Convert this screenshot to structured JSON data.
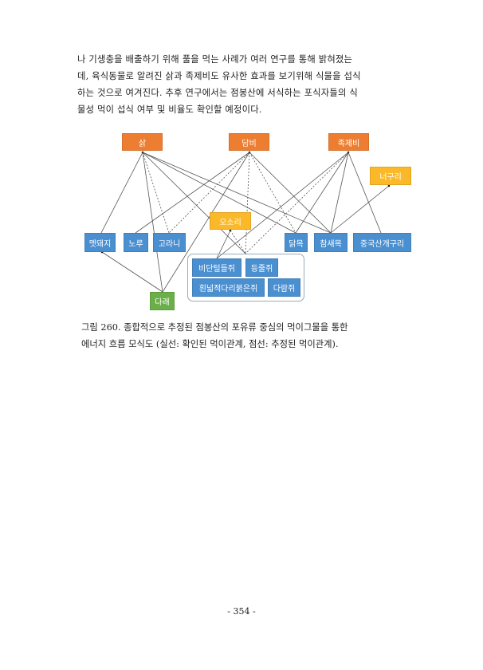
{
  "paragraph": [
    "나 기생충을 배출하기 위해 풀을 먹는 사례가 여러 연구를 통해 밝혀졌는",
    "데, 육식동물로 알려진 삵과 족제비도 유사한 효과를 보기위해 식물을 섭식",
    "하는 것으로 여겨진다. 추후 연구에서는 점봉산에 서식하는 포식자들의 식",
    "물성 먹이 섭식 여부 및 비율도 확인할 예정이다."
  ],
  "diagram": {
    "predators": [
      "삵",
      "담비",
      "족제비"
    ],
    "omnivores": [
      "너구리",
      "오소리"
    ],
    "prey": [
      "멧돼지",
      "노루",
      "고라니",
      "닭목",
      "참새목",
      "중국산개구리"
    ],
    "rodents": [
      "비단털들쥐",
      "등줄쥐",
      "흰넓적다리붉은쥐",
      "다람쥐"
    ],
    "plant": "다래",
    "colors": {
      "predator": "#ed7d31",
      "omnivore": "#fbb829",
      "prey": "#4a8fd0",
      "plant": "#6aaf48"
    }
  },
  "caption": [
    "그림 260. 종합적으로 추정된 점봉산의 포유류 중심의 먹이그물을 통한",
    "에너지 흐름 모식도 (실선: 확인된 먹이관계, 점선: 추정된 먹이관계)."
  ],
  "page_number": "- 354 -"
}
